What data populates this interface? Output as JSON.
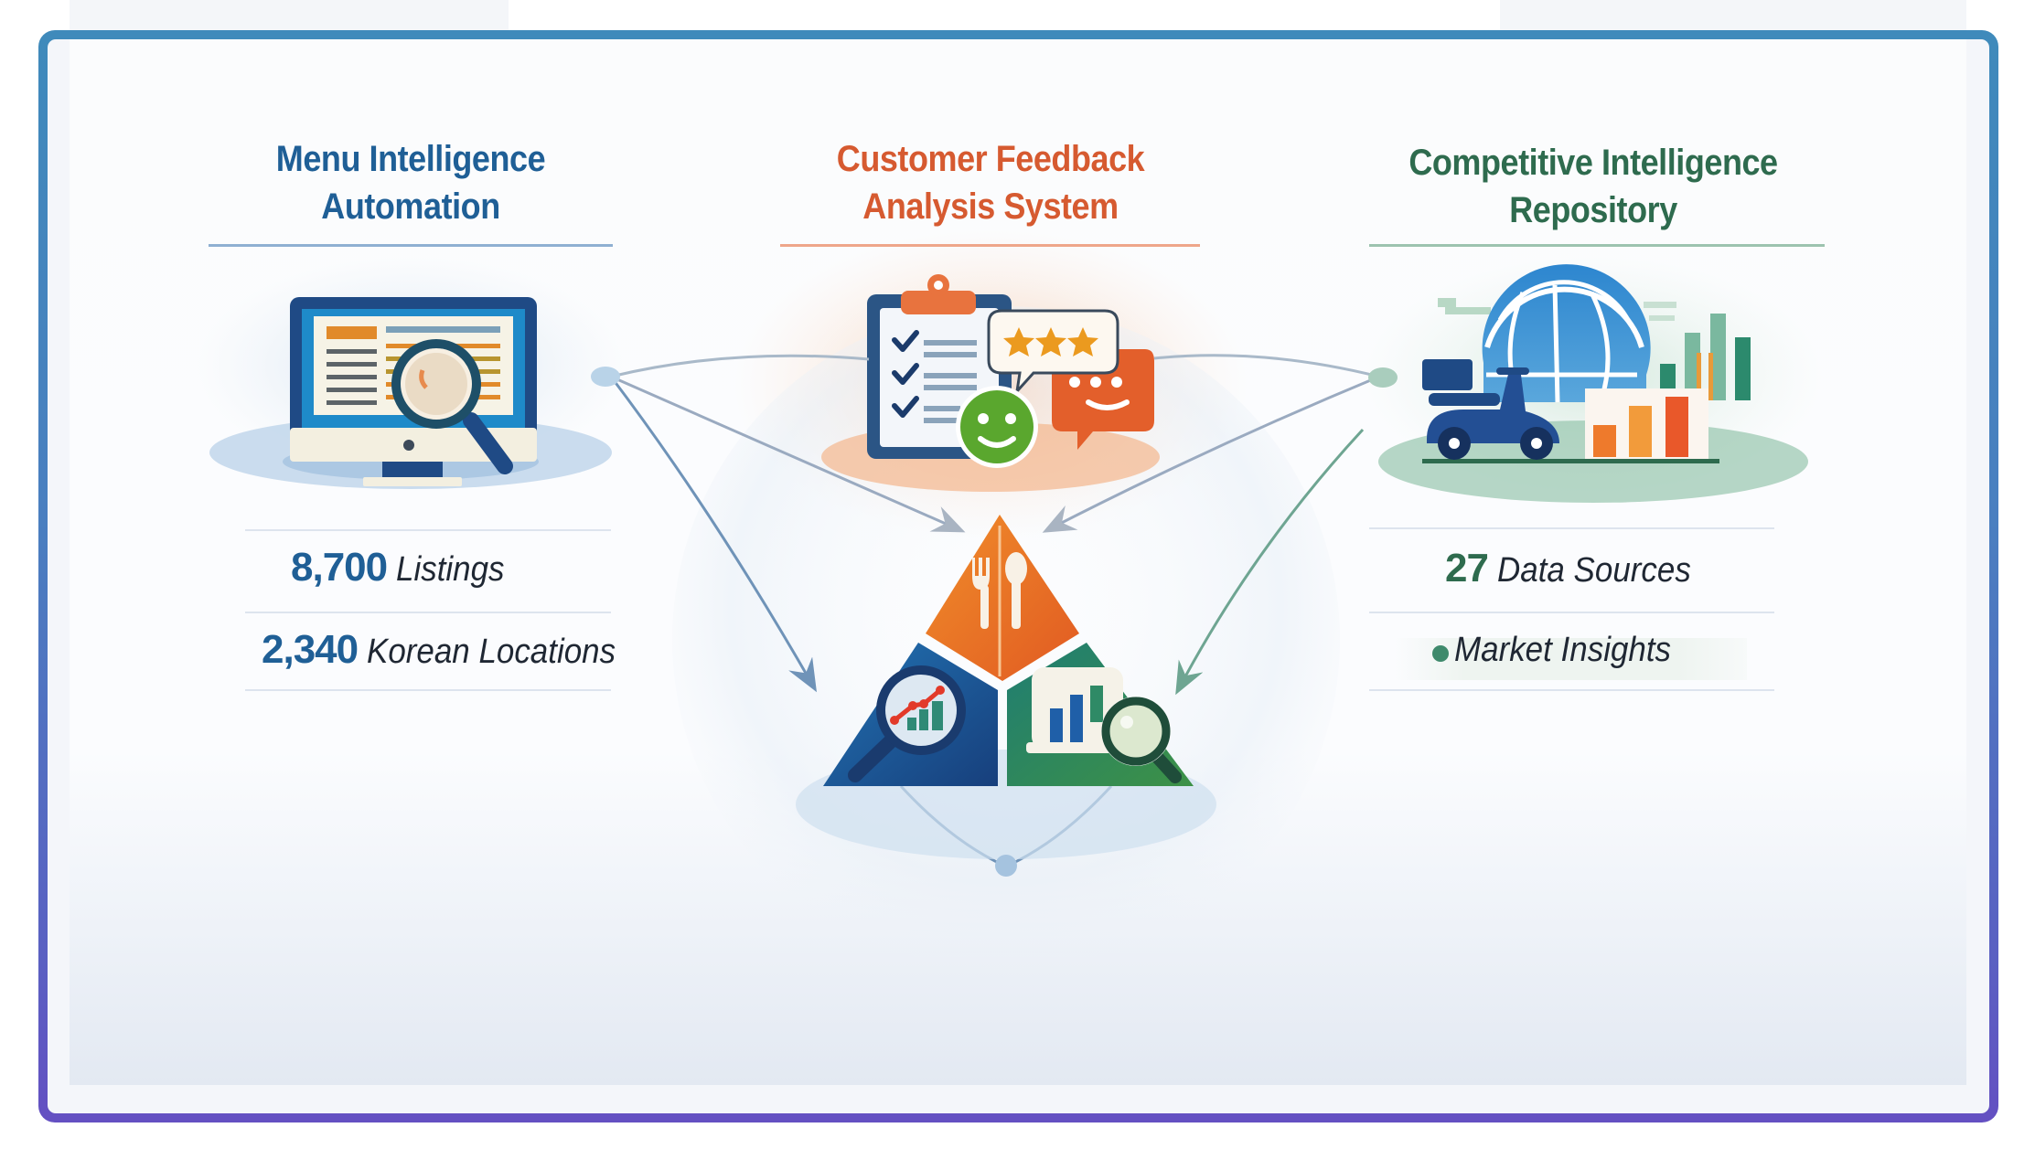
{
  "colors": {
    "frame_top": "#3f8abb",
    "frame_bottom": "#6450c2",
    "menu_blue": "#1f5f96",
    "feedback_orange": "#d65a30",
    "competitive_green": "#2e6b4e",
    "label_dark": "#1f2733"
  },
  "columns": [
    {
      "id": "menu",
      "title_lines": [
        "Menu Intelligence",
        "Automation"
      ],
      "icon": "monitor-with-magnifier-icon",
      "stats": [
        {
          "value": "8,700",
          "label": "Listings"
        },
        {
          "value": "2,340",
          "label": "Korean Locations"
        }
      ]
    },
    {
      "id": "feedback",
      "title_lines": [
        "Customer Feedback",
        "Analysis System"
      ],
      "icon": "clipboard-reviews-icon"
    },
    {
      "id": "competitive",
      "title_lines": [
        "Competitive Intelligence",
        "Repository"
      ],
      "icon": "globe-scooter-chart-icon",
      "stats": [
        {
          "value": "27",
          "label": "Data Sources"
        },
        {
          "value": "",
          "label": "Market Insights",
          "bullet": true
        }
      ]
    }
  ],
  "hub": {
    "icon": "tri-segment-pyramid-icon",
    "segments": [
      {
        "name": "menu",
        "icon": "fork-spoon-icon",
        "color": "#e8742a"
      },
      {
        "name": "analytics",
        "icon": "magnifier-trend-icon",
        "color": "#1f5f9e"
      },
      {
        "name": "competitive",
        "icon": "bar-chart-magnifier-icon",
        "color": "#2f8a66"
      }
    ]
  },
  "stars": 3
}
